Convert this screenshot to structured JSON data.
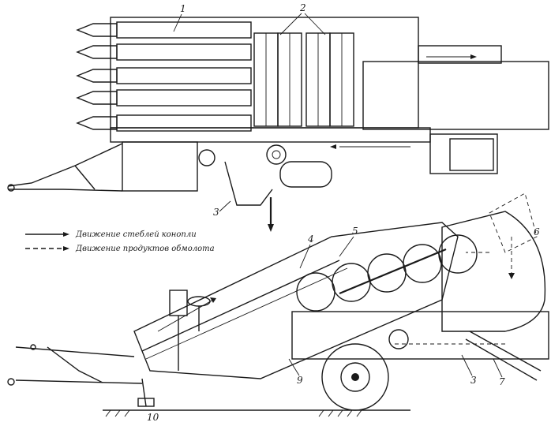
{
  "legend": {
    "stem_flow": "Движение стеблей конопли",
    "threshing_flow": "Движение продуктов обмолота"
  },
  "callouts": {
    "c1": "1",
    "c2": "2",
    "c3a": "3",
    "c4": "4",
    "c5": "5",
    "c6": "6",
    "c3b": "3",
    "c7": "7",
    "c9": "9",
    "c10": "10"
  },
  "colors": {
    "ink": "#1a1a1a",
    "paper": "#ffffff"
  }
}
